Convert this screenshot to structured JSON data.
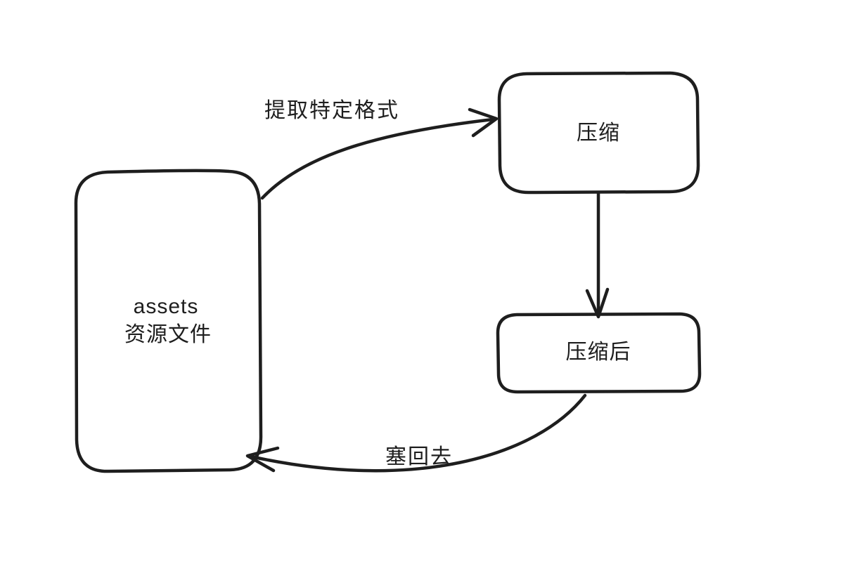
{
  "diagram": {
    "background_color": "#ffffff",
    "stroke_color": "#1e1e1e",
    "style": "hand-drawn flowchart",
    "nodes": [
      {
        "id": "assets",
        "label_lines": [
          "assets",
          "资源文件"
        ]
      },
      {
        "id": "compress",
        "label": "压缩"
      },
      {
        "id": "compressed",
        "label": "压缩后"
      }
    ],
    "edges": [
      {
        "id": "extract",
        "from": "assets",
        "to": "compress",
        "label": "提取特定格式",
        "shape": "curved"
      },
      {
        "id": "compress-flow",
        "from": "compress",
        "to": "compressed",
        "label": "",
        "shape": "straight"
      },
      {
        "id": "put-back",
        "from": "compressed",
        "to": "assets",
        "label": "塞回去",
        "shape": "curved"
      }
    ]
  }
}
